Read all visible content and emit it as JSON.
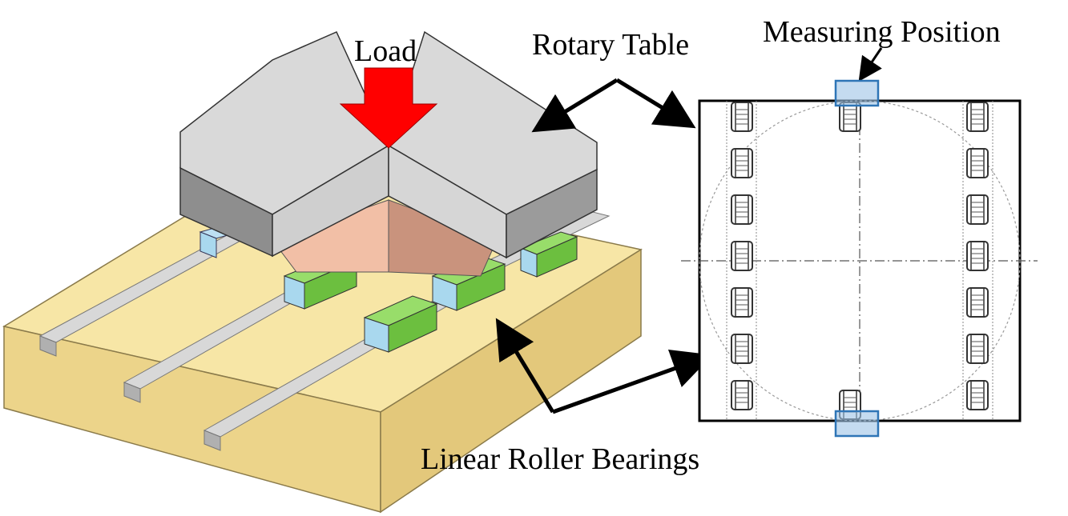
{
  "labels": {
    "load": "Load",
    "rotary_table": "Rotary Table",
    "measuring_position": "Measuring Position",
    "linear_roller_bearings": "Linear Roller Bearings"
  },
  "colors": {
    "base": "#f7e6a6",
    "base_side": "#e8cf85",
    "table_top": "#d9d9d9",
    "table_side": "#9b9b9b",
    "spacer": "#f2bfa6",
    "bearing": "#7ccf49",
    "bearing_end": "#a9d8ee",
    "rail": "#c4c4c4",
    "arrow_load": "#ff0000",
    "measure_box": "#9cc3e6",
    "measure_stroke": "#2e75b6"
  }
}
